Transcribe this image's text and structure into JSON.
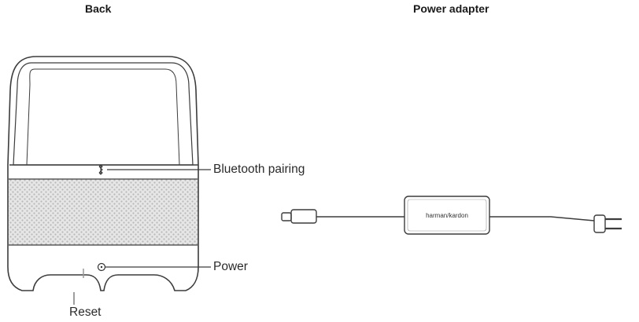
{
  "headings": {
    "back": "Back",
    "power_adapter": "Power adapter"
  },
  "callouts": {
    "bluetooth": "Bluetooth pairing",
    "power": "Power",
    "reset": "Reset"
  },
  "adapter": {
    "brand": "harman/kardon"
  },
  "icons": [
    "bluetooth-icon",
    "power-button-icon",
    "reset-pinhole-icon"
  ],
  "colors": {
    "line": "#3c3c3c",
    "grille": "#d7d7d7"
  }
}
